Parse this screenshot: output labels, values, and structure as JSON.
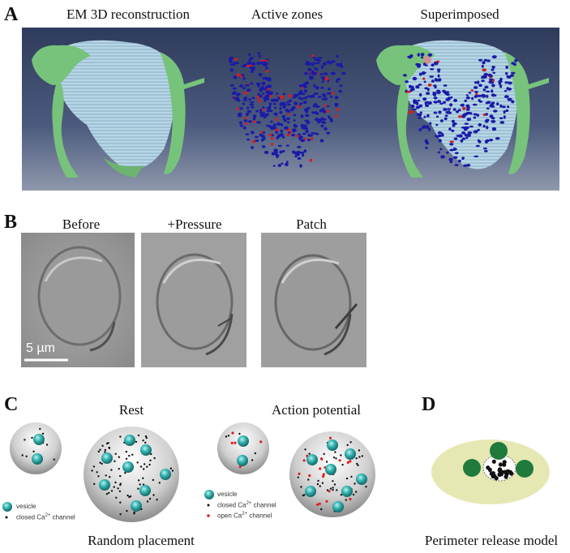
{
  "panel_a": {
    "letter": "A",
    "captions": [
      "EM 3D reconstruction",
      "Active zones",
      "Superimposed"
    ]
  },
  "panel_b": {
    "letter": "B",
    "captions": [
      "Before",
      "+Pressure",
      "Patch"
    ],
    "scale_bar": "5 µm"
  },
  "panel_c": {
    "letter": "C",
    "rest_label": "Rest",
    "ap_label": "Action potential",
    "bottom_label": "Random placement",
    "legend_rest": {
      "vesicle": "vesicle",
      "closed_channel": "closed Ca",
      "closed_channel_sup": "2+",
      "closed_channel_tail": " channel"
    },
    "legend_ap": {
      "vesicle": "vesicle",
      "closed_channel": "closed Ca",
      "closed_channel_sup": "2+",
      "closed_channel_tail": " channel",
      "open_channel": "open Ca",
      "open_channel_sup": "2+",
      "open_channel_tail": " channel"
    }
  },
  "panel_d": {
    "letter": "D",
    "caption": "Perimeter release model"
  },
  "colors": {
    "em_background": "#3f4f73",
    "em_green": "#77c27a",
    "em_terminal": "#a9cde0",
    "az_blue": "#1a1aa8",
    "az_red": "#cc2222",
    "vesicle_teal": "#2fb3b0",
    "open_channel_red": "#e02020",
    "terminal_fill": "#e6e8b4",
    "d_vesicle_green": "#1f7a3c"
  }
}
